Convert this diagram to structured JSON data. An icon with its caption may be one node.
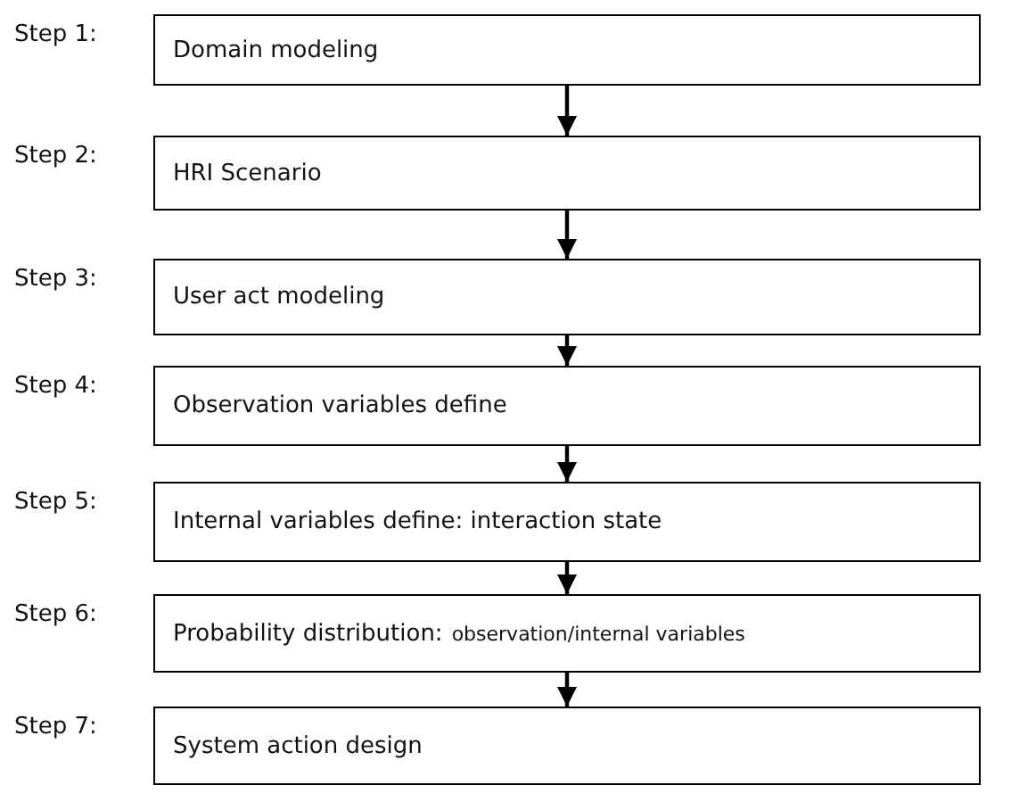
{
  "diagram": {
    "nodes": [
      {
        "text": [
          "Domain modeling"
        ],
        "beside": [
          "Step 1:"
        ]
      },
      {
        "text": [
          "HRI Scenario"
        ],
        "beside": [
          "Step 2:"
        ]
      },
      {
        "text": [
          "User act modeling"
        ],
        "beside": [
          "Step 3:"
        ]
      },
      {
        "text": [
          "Observation variables define"
        ],
        "beside": [
          "Step 4:"
        ]
      },
      {
        "text": [
          "Internal variables define: interaction state"
        ],
        "beside": [
          "Step 5:"
        ]
      },
      {
        "text": [
          "Probability distribution:",
          "observation/internal variables"
        ],
        "beside": [
          "Step 6:"
        ]
      },
      {
        "text": [
          "System action design"
        ],
        "beside": [
          "Step 7:"
        ]
      }
    ],
    "edges": [
      {
        "from": 0,
        "to": 1,
        "arrow": "to"
      },
      {
        "from": 1,
        "to": 2,
        "arrow": "to"
      },
      {
        "from": 2,
        "to": 3,
        "arrow": "to"
      },
      {
        "from": 3,
        "to": 4,
        "arrow": "to"
      },
      {
        "from": 4,
        "to": 5,
        "arrow": "to"
      },
      {
        "from": 5,
        "to": 6,
        "arrow": "to"
      }
    ]
  }
}
